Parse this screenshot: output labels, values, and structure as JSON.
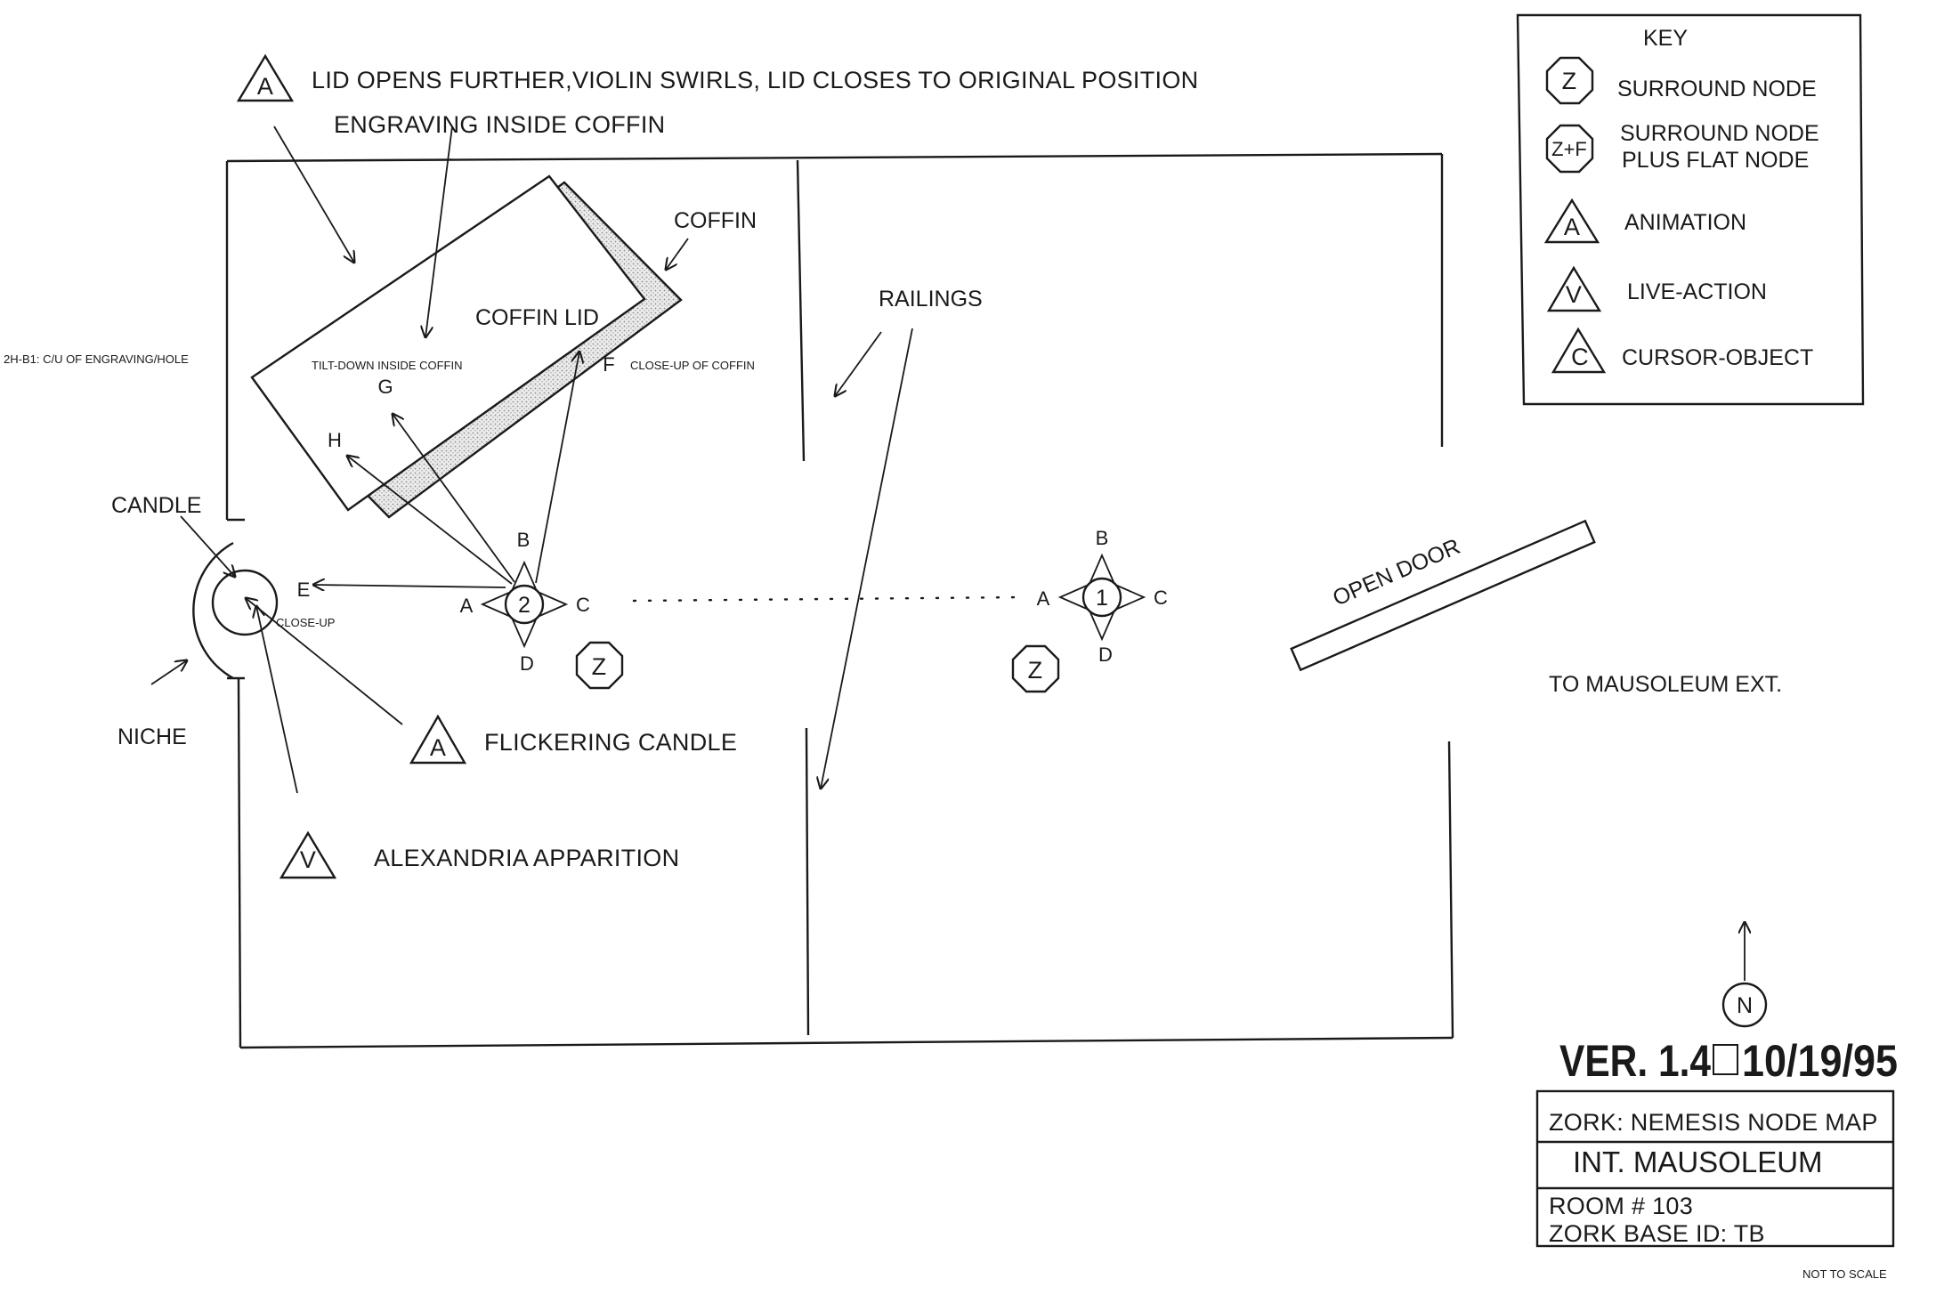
{
  "annotations": {
    "lid_anim": "LID OPENS FURTHER,VIOLIN SWIRLS, LID CLOSES TO ORIGINAL POSITION",
    "engraving": "ENGRAVING INSIDE COFFIN",
    "coffin": "COFFIN",
    "coffin_lid": "COFFIN LID",
    "tilt_down": "TILT-DOWN INSIDE COFFIN",
    "closeup_coffin": "CLOSE-UP OF COFFIN",
    "engraving_hole": "2H-B1: C/U OF ENGRAVING/HOLE",
    "railings": "RAILINGS",
    "candle": "CANDLE",
    "niche": "NICHE",
    "closeup": "CLOSE-UP",
    "flickering": "FLICKERING CANDLE",
    "apparition": "ALEXANDRIA APPARITION",
    "open_door": "OPEN DOOR",
    "to_ext": "TO MAUSOLEUM EXT.",
    "not_to_scale": "NOT TO SCALE"
  },
  "view_letters": {
    "a": "A",
    "b": "B",
    "c": "C",
    "d": "D",
    "e": "E",
    "f": "F",
    "g": "G",
    "h": "H"
  },
  "nodes": {
    "node2": "2",
    "node1": "1"
  },
  "markers": {
    "z": "Z",
    "zf": "Z+F",
    "a": "A",
    "v": "V",
    "c": "C",
    "n": "N"
  },
  "key": {
    "title": "KEY",
    "surround": "SURROUND NODE",
    "surround_flat_1": "SURROUND NODE",
    "surround_flat_2": "PLUS FLAT NODE",
    "animation": "ANIMATION",
    "live_action": "LIVE-ACTION",
    "cursor_object": "CURSOR-OBJECT"
  },
  "version": {
    "ver": "VER. 1.4",
    "date": "10/19/95"
  },
  "title_block": {
    "project": "ZORK: NEMESIS NODE MAP",
    "room_name": "INT. MAUSOLEUM",
    "room_no": "ROOM # 103",
    "base_id": "ZORK BASE ID: TB"
  }
}
